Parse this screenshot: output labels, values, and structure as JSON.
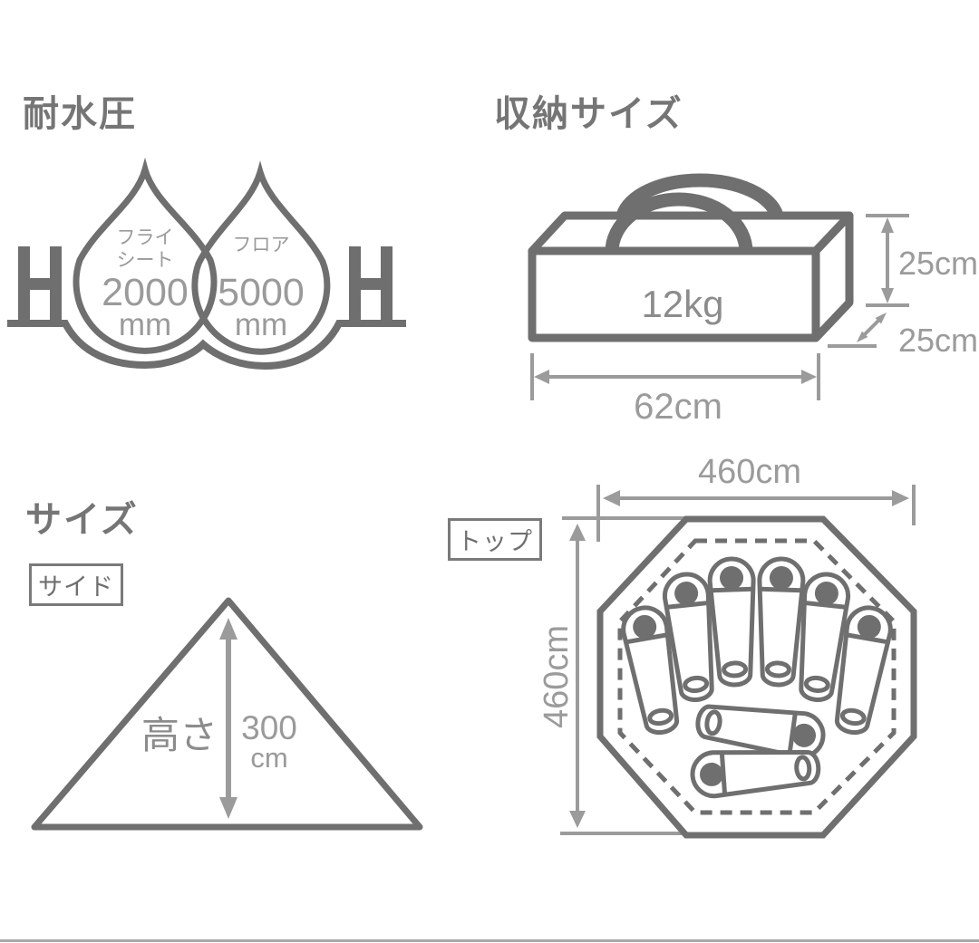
{
  "colors": {
    "outline": "#6f6f6f",
    "dimension": "#9b9b9b",
    "inner_text": "#9a9a9a",
    "value_text": "#8c8c8c",
    "title_text": "#757575",
    "divider": "#a9a9a9",
    "background": "#ffffff"
  },
  "water_resistance": {
    "title": "耐水圧",
    "left_symbol": "H",
    "right_symbol": "H",
    "drops": [
      {
        "label_line1": "フライ",
        "label_line2": "シート",
        "value": "2000",
        "unit": "mm"
      },
      {
        "label_line1": "フロア",
        "label_line2": "",
        "value": "5000",
        "unit": "mm"
      }
    ]
  },
  "storage": {
    "title": "収納サイズ",
    "weight": "12kg",
    "height": "25cm",
    "depth": "25cm",
    "width": "62cm"
  },
  "size": {
    "title": "サイズ",
    "side": {
      "view_label": "サイド",
      "height_label": "高さ",
      "height_value": "300",
      "height_unit": "cm"
    },
    "top": {
      "view_label": "トップ",
      "width": "460cm",
      "depth": "460cm",
      "sleeping_bag_count": 8
    }
  }
}
